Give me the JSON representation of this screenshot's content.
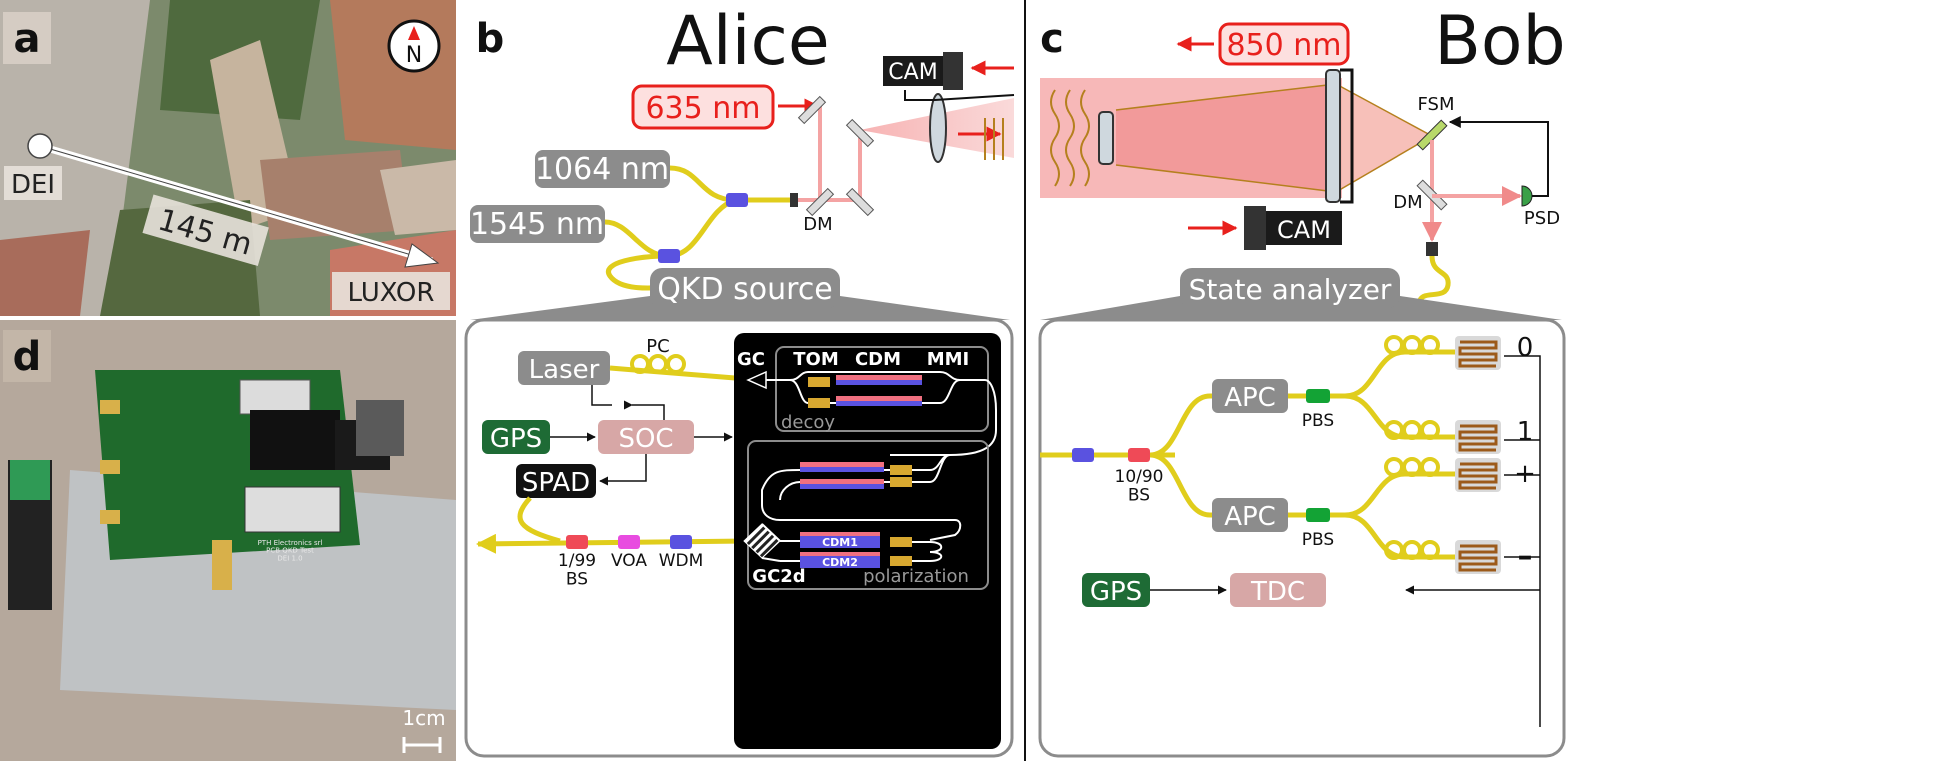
{
  "panels": {
    "a": {
      "letter": "a",
      "site_start": "DEI",
      "site_end": "LUXOR",
      "distance": "145 m",
      "compass": "N"
    },
    "b": {
      "letter": "b",
      "title": "Alice",
      "beacon": "635 nm",
      "laser_1064": "1064 nm",
      "laser_1545": "1545 nm",
      "cam": "CAM",
      "dm": "DM",
      "source_label": "QKD source",
      "inset": {
        "pc": "PC",
        "laser": "Laser",
        "gps": "GPS",
        "soc": "SOC",
        "spad": "SPAD",
        "bs": "1/99\nBS",
        "voa": "VOA",
        "wdm": "WDM",
        "gc": "GC",
        "gc2d": "GC2d",
        "tom": "TOM",
        "cdm": "CDM",
        "mmi": "MMI",
        "decoy": "decoy",
        "cdm1": "CDM1",
        "cdm2": "CDM2",
        "polarization": "polarization"
      }
    },
    "c": {
      "letter": "c",
      "title": "Bob",
      "beacon": "850 nm",
      "cam": "CAM",
      "fsm": "FSM",
      "dm": "DM",
      "psd": "PSD",
      "analyzer_label": "State analyzer",
      "inset": {
        "bs": "10/90\nBS",
        "apc_top": "APC",
        "apc_bottom": "APC",
        "pbs_top": "PBS",
        "pbs_bottom": "PBS",
        "det_0": "0",
        "det_1": "1",
        "det_plus": "+",
        "det_minus": "–",
        "gps": "GPS",
        "tdc": "TDC"
      }
    },
    "d": {
      "letter": "d",
      "scale": "1cm",
      "board_text": "PTH Electronics srl\nPCB QKD Test\nDEI 1.0"
    }
  },
  "colors": {
    "fiber": "#e0cd1c",
    "beam": "#f4a3a3",
    "laser_red": "#e8201c",
    "grey_box": "#8c8c8c",
    "gps_green": "#1e6b35",
    "soc_pink": "#d7a7a6",
    "chip_black": "#000000",
    "wdm_blue": "#5a52e0",
    "bs_red": "#ef4a57",
    "voa_magenta": "#e84ce0",
    "pbs_green": "#13a335",
    "heater_gold": "#d8a830"
  }
}
